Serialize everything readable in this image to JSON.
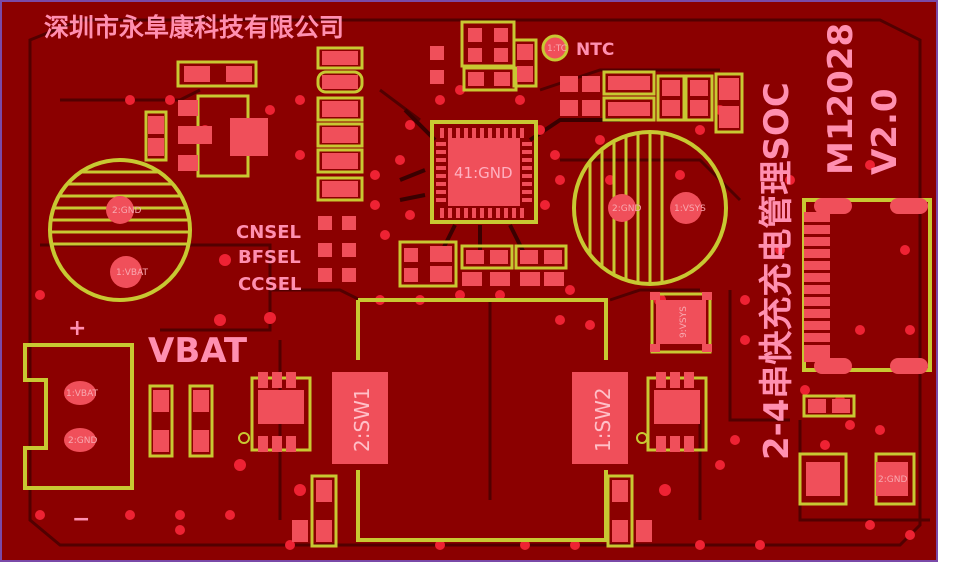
{
  "board": {
    "copper_color": "#8b0000",
    "silk_color": "#c8c832",
    "pad_color": "#f04f5a",
    "label_color": "#ff8fb0",
    "company": "深圳市永阜康科技有限公司",
    "product_title": "2-4串快充充电管理SOC",
    "model": "M12028",
    "version": "V2.0"
  },
  "labels": {
    "ntc": "NTC",
    "cnsel": "CNSEL",
    "bfsel": "BFSEL",
    "ccsel": "CCSEL",
    "vbat": "VBAT",
    "plus": "+",
    "minus": "−"
  },
  "pads": {
    "chip_center": "41:GND",
    "sw1": "2:SW1",
    "sw2": "1:SW2",
    "cap_left_gnd": "2:GND",
    "cap_left_vbat": "1:VBAT",
    "cap_right_gnd": "2:GND",
    "cap_right_vsys": "1:VSYS",
    "conn_vbat": "1:VBAT",
    "conn_gnd": "2:GND",
    "mos_vsys": "9:VSYS",
    "bottom_gnd": "2:GND",
    "ntc_pad": "1:TC"
  }
}
